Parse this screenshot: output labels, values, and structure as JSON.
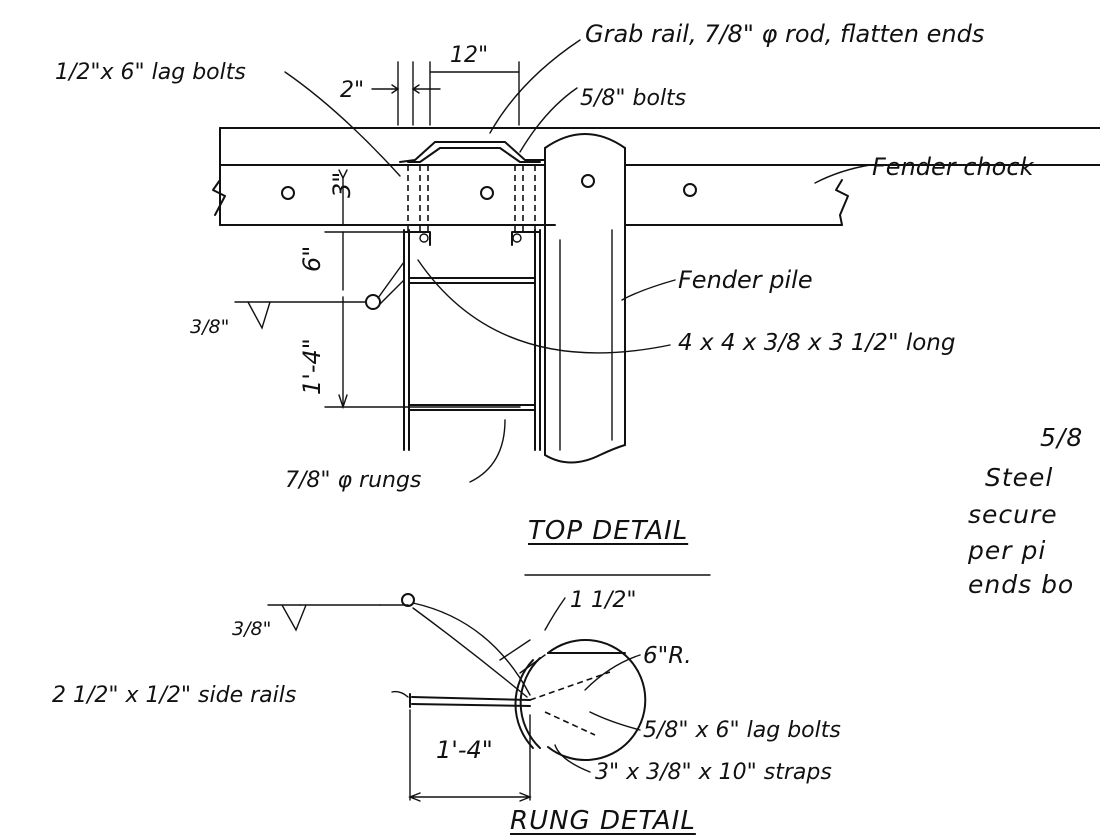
{
  "drawing": {
    "top_detail": {
      "title": "TOP  DETAIL",
      "labels": {
        "lag_bolts": "1/2\"x 6\" lag bolts",
        "dim_2": "2\"",
        "dim_12": "12\"",
        "grab_rail": "Grab rail, 7/8\" φ rod, flatten ends",
        "bolts_58": "5/8\" bolts",
        "fender_chock": "Fender chock",
        "dim_3": "3\"",
        "dim_6": "6\"",
        "weld_38": "3/8\"",
        "dim_1_4": "1'-4\"",
        "fender_pile": "Fender pile",
        "angle": "4 x 4 x 3/8 x 3 1/2\" long",
        "rungs": "7/8\" φ rungs"
      }
    },
    "side_note": [
      "5/8",
      "Steel",
      "secure",
      "per pi",
      "ends bo"
    ],
    "rung_detail": {
      "title": "RUNG  DETAIL",
      "labels": {
        "dim_1_5": "1 1/2\"",
        "weld_38": "3/8\"",
        "radius_6": "6\"R.",
        "side_rails": "2 1/2\" x 1/2\" side rails",
        "lag_bolts": "5/8\" x 6\" lag bolts",
        "dim_1_4": "1'-4\"",
        "straps": "3\" x 3/8\" x 10\" straps"
      }
    }
  }
}
